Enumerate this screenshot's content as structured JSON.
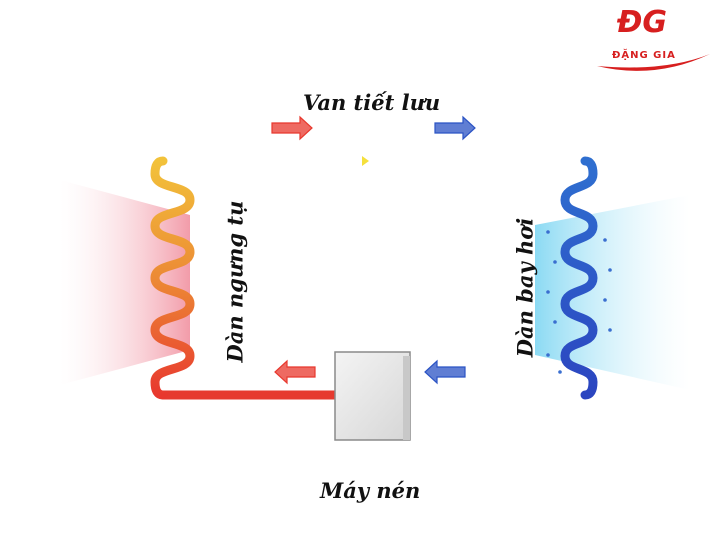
{
  "logo": {
    "letters": "ĐG",
    "name": "ĐẶNG GIA",
    "color": "#d71f1f"
  },
  "labels": {
    "expansion_valve": "Van tiết lưu",
    "condenser": "Dàn ngưng tụ",
    "evaporator": "Dàn bay hơi",
    "compressor": "Máy nén"
  },
  "colors": {
    "hot": "#e8382e",
    "warm": "#f2c23a",
    "cold_light": "#4cc3ec",
    "cold": "#2b53c4",
    "compressor": "#e6e6e6"
  },
  "flow_arrows": [
    {
      "color": "hot",
      "direction": "right"
    },
    {
      "color": "cold",
      "direction": "right"
    },
    {
      "color": "hot",
      "direction": "left"
    },
    {
      "color": "cold",
      "direction": "left"
    }
  ]
}
